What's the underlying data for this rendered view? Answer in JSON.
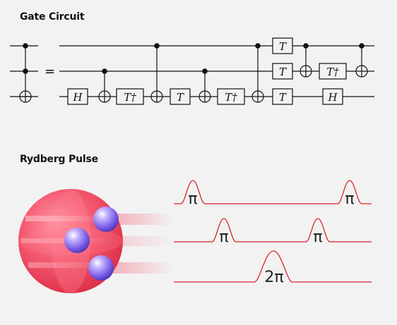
{
  "sections": {
    "gate_title": "Gate Circuit",
    "rydberg_title": "Rydberg Pulse"
  },
  "circuit": {
    "equals": "=",
    "gates": {
      "h_first": "H",
      "tdag_1": "T†",
      "t_1": "T",
      "tdag_2": "T†",
      "t_top": "T",
      "t_mid": "T",
      "t_bot": "T",
      "tdag_mid": "T†",
      "h_last": "H"
    }
  },
  "pulses": {
    "row1": [
      "π",
      "π"
    ],
    "row2": [
      "π",
      "π"
    ],
    "row3": [
      "2π"
    ]
  },
  "colors": {
    "pulse_line": "#e0202a",
    "sphere": "#ef4560",
    "atom": "#8a70e8"
  }
}
